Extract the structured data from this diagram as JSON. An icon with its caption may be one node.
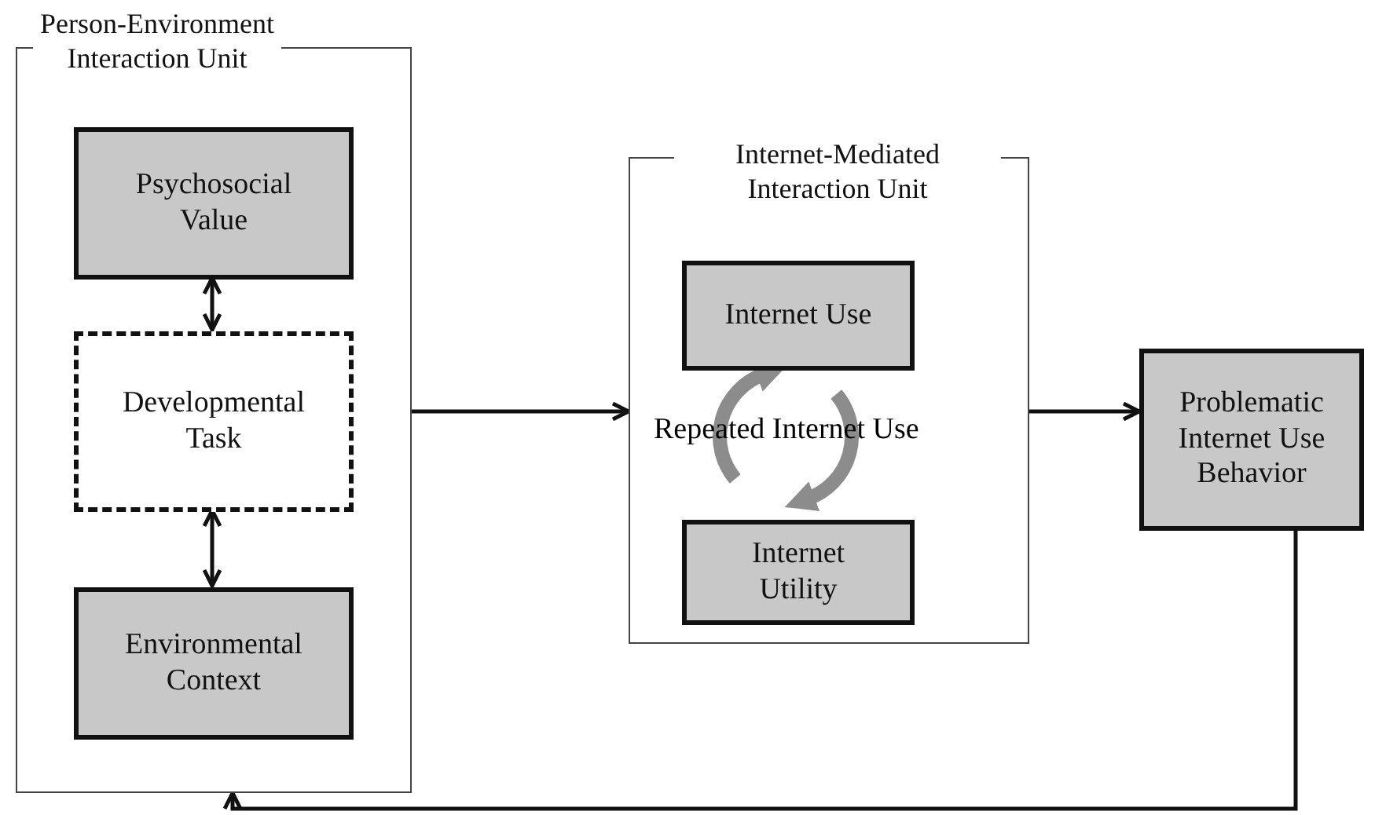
{
  "diagram": {
    "nodes": [
      {
        "text": [
          "Person-Environment Interaction Unit"
        ]
      },
      {
        "text": [
          "Psychosocial Value"
        ],
        "in": 0
      },
      {
        "text": [
          "Developmental Task"
        ],
        "in": 0
      },
      {
        "text": [
          "Environmental Context"
        ],
        "in": 0
      },
      {
        "text": [
          "Internet-Mediated Interaction Unit"
        ]
      },
      {
        "text": [
          "Internet Use"
        ],
        "in": 4
      },
      {
        "text": [
          "Internet Utility"
        ],
        "in": 4
      },
      {
        "text": [
          "Problematic Internet Use Behavior"
        ]
      }
    ],
    "edges": [
      {
        "from": 1,
        "to": 2,
        "arrow": "both"
      },
      {
        "from": 2,
        "to": 3,
        "arrow": "both"
      },
      {
        "from": 0,
        "to": 4,
        "arrow": "to"
      },
      {
        "from": 4,
        "to": 7,
        "arrow": "to"
      },
      {
        "from": 7,
        "to": 0,
        "arrow": "to"
      }
    ],
    "labels": [
      "Repeated Internet Use"
    ]
  }
}
